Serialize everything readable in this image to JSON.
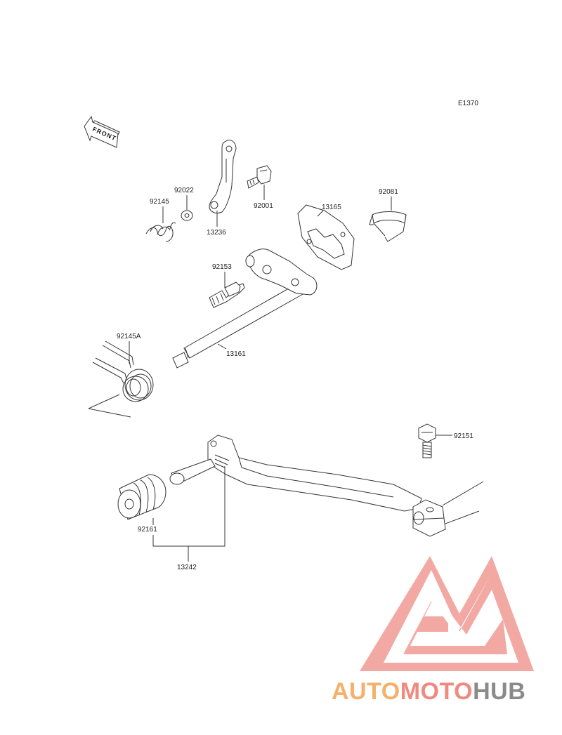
{
  "diagram": {
    "code": "E1370",
    "front_label": "FRONT",
    "parts": [
      {
        "number": "92145",
        "kind": "spring"
      },
      {
        "number": "92022",
        "kind": "washer"
      },
      {
        "number": "13236",
        "kind": "arm"
      },
      {
        "number": "92001",
        "kind": "bolt"
      },
      {
        "number": "92081",
        "kind": "clip"
      },
      {
        "number": "13165",
        "kind": "plate"
      },
      {
        "number": "92153",
        "kind": "bolt"
      },
      {
        "number": "13161",
        "kind": "shift-shaft"
      },
      {
        "number": "92145A",
        "kind": "spring"
      },
      {
        "number": "92151",
        "kind": "bolt"
      },
      {
        "number": "92161",
        "kind": "rubber"
      },
      {
        "number": "13242",
        "kind": "shift-pedal"
      }
    ]
  },
  "watermark": {
    "part1": "AUTO",
    "part2": "MOTO",
    "part3": "HUB",
    "color1": "#f5b06b",
    "color2": "#f08a80",
    "color3": "#8a8a8a",
    "logo_color": "#f19b93"
  }
}
